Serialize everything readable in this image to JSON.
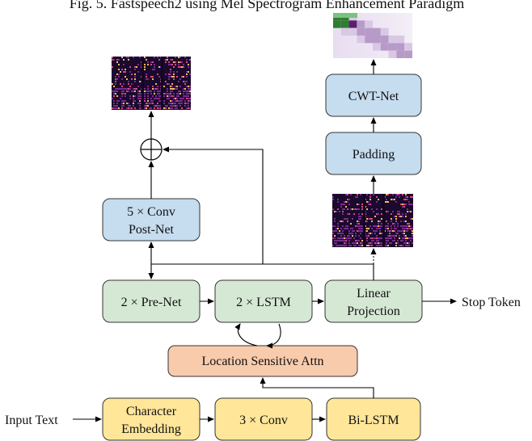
{
  "caption": "Fig. 5.  Fastspeech2 using Mel Spectrogram Enhancement Paradigm",
  "colors": {
    "blue_fill": "#c6dcef",
    "green_fill": "#d5e8d4",
    "yellow_fill": "#ffe699",
    "orange_fill": "#f8cbad",
    "box_stroke": "#333333",
    "spectrogram_bg": "#1a0a2e",
    "cwt_accent": "#2e7d32"
  },
  "nodes": {
    "postnet": {
      "line1": "5 × Conv",
      "line2": "Post-Net"
    },
    "prenet": {
      "label": "2 × Pre-Net"
    },
    "lstm": {
      "label": "2 × LSTM"
    },
    "linear": {
      "line1": "Linear",
      "line2": "Projection"
    },
    "attn": {
      "label": "Location Sensitive Attn"
    },
    "char_embed": {
      "line1": "Character",
      "line2": "Embedding"
    },
    "conv3": {
      "label": "3 × Conv"
    },
    "bilstm": {
      "label": "Bi-LSTM"
    },
    "padding": {
      "label": "Padding"
    },
    "cwtnet": {
      "label": "CWT-Net"
    }
  },
  "io": {
    "input_text": "Input Text",
    "stop_token": "Stop Token"
  },
  "icons": {
    "adder": "circled-plus-icon",
    "mel_output": "mel-spectrogram-image",
    "mel_mid": "mel-spectrogram-image",
    "cwt_output": "cwt-scalogram-image"
  }
}
